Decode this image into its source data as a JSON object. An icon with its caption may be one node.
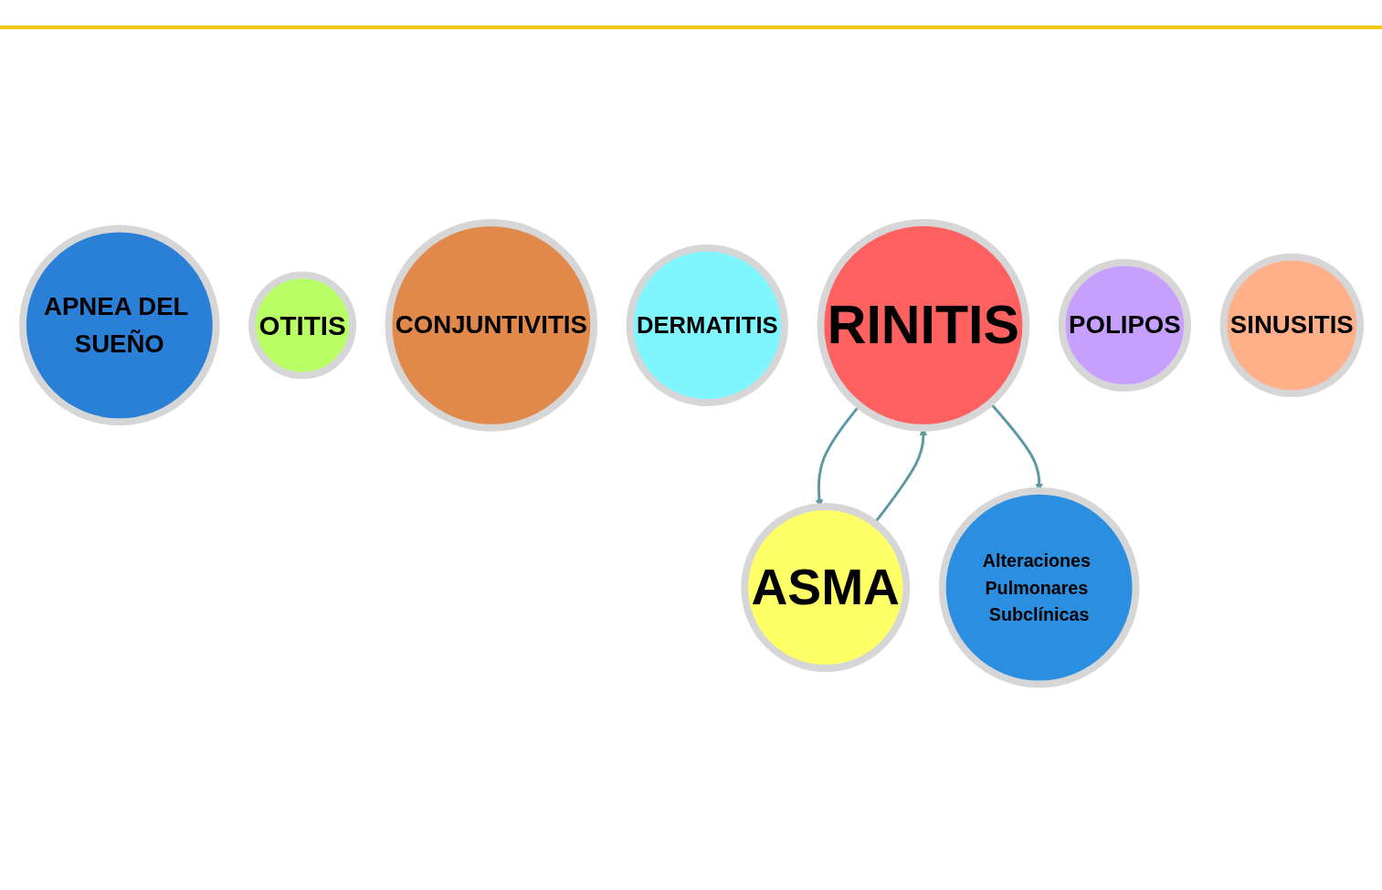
{
  "diagram": {
    "nodes": [
      {
        "text": [
          "APNEA DEL SUEÑO"
        ]
      },
      {
        "text": [
          "OTITIS"
        ]
      },
      {
        "text": [
          "CONJUNTIVITIS"
        ]
      },
      {
        "text": [
          "DERMATITIS"
        ]
      },
      {
        "text": [
          "RINITIS"
        ]
      },
      {
        "text": [
          "POLIPOS"
        ]
      },
      {
        "text": [
          "ASMA"
        ]
      },
      {
        "text": [
          "SINUSITIS"
        ]
      },
      {
        "text": [
          "Alteraciones Pulmonares Subclínicas"
        ]
      }
    ],
    "edges": [
      {
        "from": 6,
        "to": 4,
        "arrow": "to"
      },
      {
        "from": 4,
        "to": 6,
        "arrow": "to"
      },
      {
        "from": 4,
        "to": 8,
        "arrow": "to"
      }
    ]
  }
}
